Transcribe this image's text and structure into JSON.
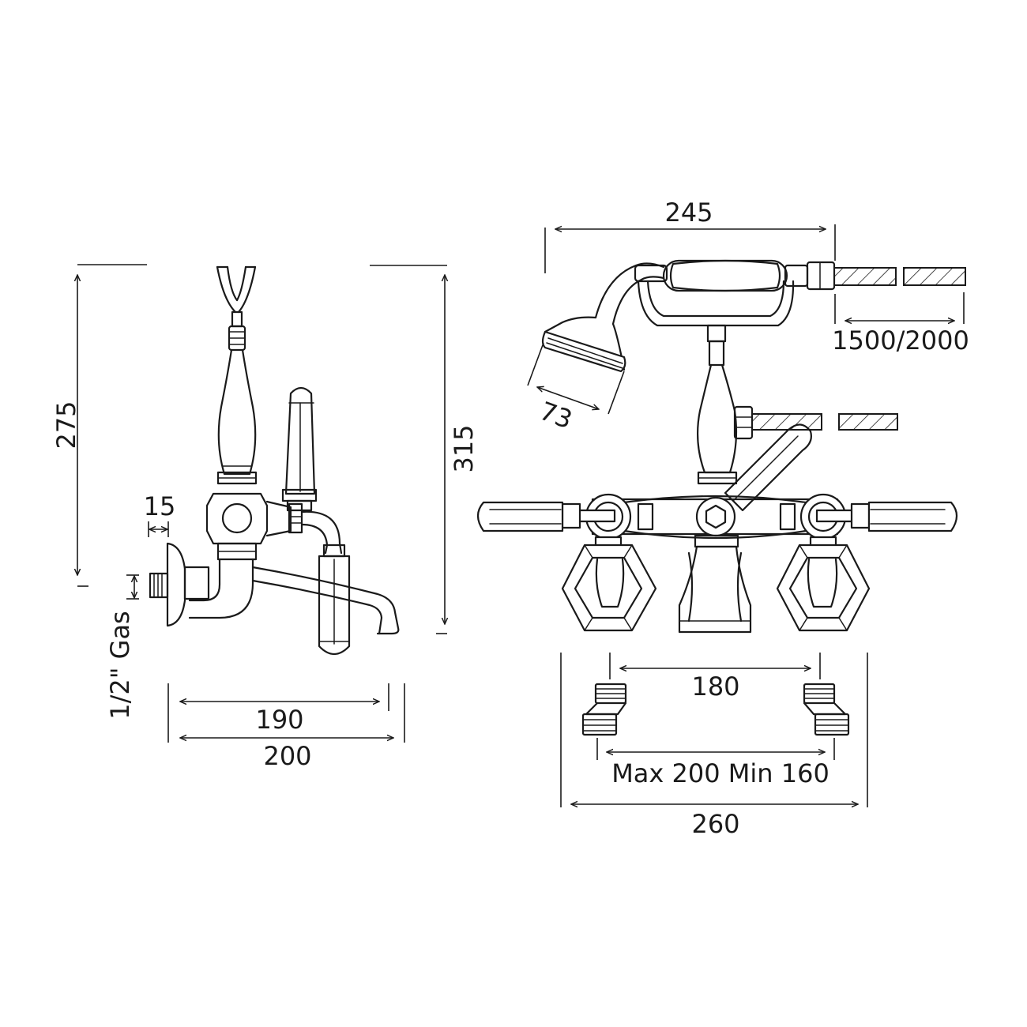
{
  "dimensions": {
    "side_height_body": "275",
    "side_height_total": "315",
    "side_wall_offset": "15",
    "side_thread": "1/2\" Gas",
    "side_spout_190": "190",
    "side_spout_200": "200",
    "front_handset_length": "245",
    "front_hose_length": "1500/2000",
    "front_head_diameter": "73",
    "front_centres": "180",
    "front_centres_range": "Max 200 Min 160",
    "front_overall_width": "260"
  }
}
